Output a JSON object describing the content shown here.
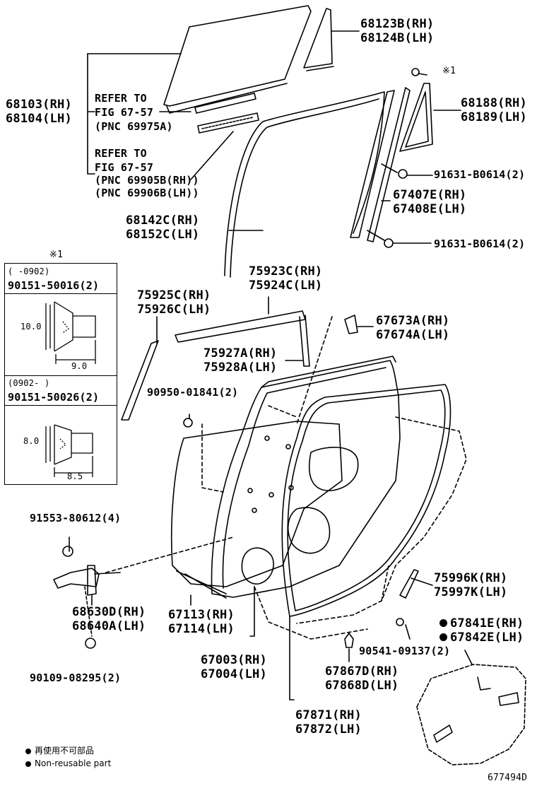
{
  "labels": {
    "p68123": "68123B(RH)",
    "p68124": "68124B(LH)",
    "p68103": "68103(RH)",
    "p68104": "68104(LH)",
    "refer1_l1": "REFER TO",
    "refer1_l2": "FIG 67-57",
    "refer1_l3": "(PNC 69975A)",
    "refer2_l1": "REFER TO",
    "refer2_l2": "FIG 67-57",
    "refer2_l3": "(PNC 69905B(RH))",
    "refer2_l4": "(PNC 69906B(LH))",
    "star_note": "※1",
    "p68188": "68188(RH)",
    "p68189": "68189(LH)",
    "p91631a": "91631-B0614(2)",
    "p67407": "67407E(RH)",
    "p67408": "67408E(LH)",
    "p68142": "68142C(RH)",
    "p68152": "68152C(LH)",
    "p91631b": "91631-B0614(2)",
    "p75923": "75923C(RH)",
    "p75924": "75924C(LH)",
    "p75925": "75925C(RH)",
    "p75926": "75926C(LH)",
    "p67673": "67673A(RH)",
    "p67674": "67674A(LH)",
    "p75927": "75927A(RH)",
    "p75928": "75928A(LH)",
    "p90950": "90950-01841(2)",
    "p91553": "91553-80612(4)",
    "p75996": "75996K(RH)",
    "p75997": "75997K(LH)",
    "p68630": "68630D(RH)",
    "p68640": "68640A(LH)",
    "p67113": "67113(RH)",
    "p67114": "67114(LH)",
    "p67841": "67841E(RH)",
    "p67842": "67842E(LH)",
    "p67003": "67003(RH)",
    "p67004": "67004(LH)",
    "p90541": "90541-09137(2)",
    "p90109": "90109-08295(2)",
    "p67867": "67867D(RH)",
    "p67868": "67868D(LH)",
    "p67871": "67871(RH)",
    "p67872": "67872(LH)"
  },
  "inset": {
    "title": "※1",
    "top_range": "(   -0902)",
    "top_part": "90151-50016(2)",
    "top_dim_h": "10.0",
    "top_dim_w": "9.0",
    "bottom_range": "(0902-    )",
    "bottom_part": "90151-50026(2)",
    "bottom_dim_h": "8.0",
    "bottom_dim_w": "8.5"
  },
  "legend": {
    "line1": "再使用不可部品",
    "line2": "Non-reusable part"
  },
  "figure_id": "677494D"
}
